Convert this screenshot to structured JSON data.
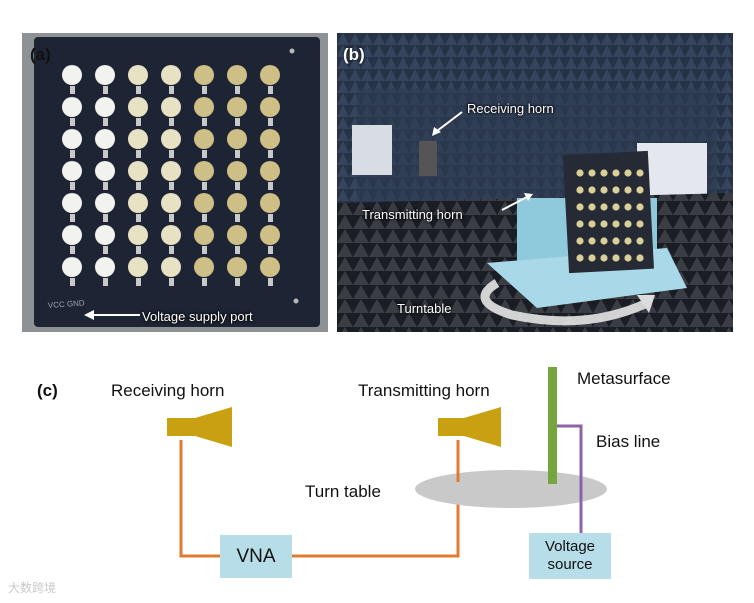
{
  "panel_a": {
    "letter": "(a)",
    "annotation": "Voltage supply port",
    "board_marking": "VCC  GND",
    "grid": {
      "rows": 7,
      "columns": 7
    }
  },
  "panel_b": {
    "letter": "(b)",
    "labels": {
      "receiving_horn": "Receiving horn",
      "transmitting_horn": "Transmitting horn",
      "turntable": "Turntable"
    },
    "metasurface_grid": {
      "rows": 6,
      "columns": 6
    }
  },
  "panel_c": {
    "letter": "(c)",
    "receiving_horn": "Receiving horn",
    "transmitting_horn": "Transmitting horn",
    "metasurface": "Metasurface",
    "bias_line": "Bias line",
    "turn_table": "Turn table",
    "vna": "VNA",
    "voltage_source": [
      "Voltage",
      "source"
    ]
  },
  "colors": {
    "horn": "#c8a012",
    "cable": "#e07b30",
    "metasurface": "#76a43f",
    "bias_line": "#8a63a8",
    "turn_table": "#c9c9c9",
    "box_fill": "#b7dde8",
    "board": "#1d2433"
  },
  "watermark": "大数跨境"
}
